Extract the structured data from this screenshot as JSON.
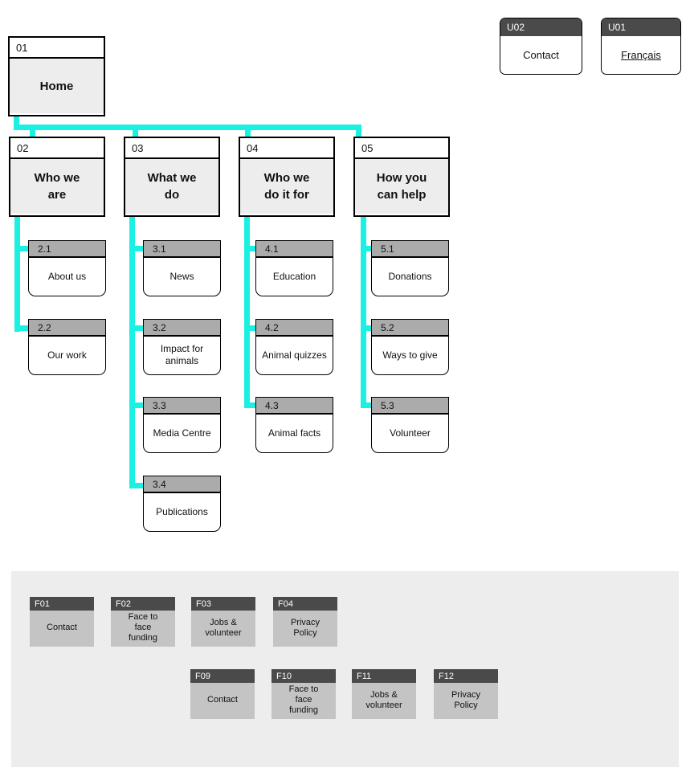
{
  "colors": {
    "connector": "#1BF1E3",
    "dark_header": "#4A4A4A",
    "sub_header": "#ABABAB",
    "level1_body": "#EDEDED",
    "footer_box_body": "#C4C4C4",
    "footer_band": "#EDEDED",
    "border": "#000000"
  },
  "home": {
    "id": "01",
    "label": "Home"
  },
  "utility_boxes": [
    {
      "id": "U02",
      "label": "Contact"
    },
    {
      "id": "U01",
      "label": "Français"
    }
  ],
  "sections": [
    {
      "id": "02",
      "label": "Who we\nare",
      "children": [
        {
          "id": "2.1",
          "label": "About us"
        },
        {
          "id": "2.2",
          "label": "Our work"
        }
      ]
    },
    {
      "id": "03",
      "label": "What we\ndo",
      "children": [
        {
          "id": "3.1",
          "label": "News"
        },
        {
          "id": "3.2",
          "label": "Impact for\nanimals"
        },
        {
          "id": "3.3",
          "label": "Media Centre"
        },
        {
          "id": "3.4",
          "label": "Publications"
        }
      ]
    },
    {
      "id": "04",
      "label": "Who we\ndo it for",
      "children": [
        {
          "id": "4.1",
          "label": "Education"
        },
        {
          "id": "4.2",
          "label": "Animal quizzes"
        },
        {
          "id": "4.3",
          "label": "Animal facts"
        }
      ]
    },
    {
      "id": "05",
      "label": "How you\ncan help",
      "children": [
        {
          "id": "5.1",
          "label": "Donations"
        },
        {
          "id": "5.2",
          "label": "Ways to give"
        },
        {
          "id": "5.3",
          "label": "Volunteer"
        }
      ]
    }
  ],
  "footer": {
    "rows": [
      [
        {
          "id": "F01",
          "label": "Contact"
        },
        {
          "id": "F02",
          "label": "Face to\nface\nfunding"
        },
        {
          "id": "F03",
          "label": "Jobs &\nvolunteer"
        },
        {
          "id": "F04",
          "label": "Privacy\nPolicy"
        }
      ],
      [
        {
          "id": "F09",
          "label": "Contact"
        },
        {
          "id": "F10",
          "label": "Face to\nface\nfunding"
        },
        {
          "id": "F11",
          "label": "Jobs &\nvolunteer"
        },
        {
          "id": "F12",
          "label": "Privacy\nPolicy"
        }
      ]
    ]
  }
}
